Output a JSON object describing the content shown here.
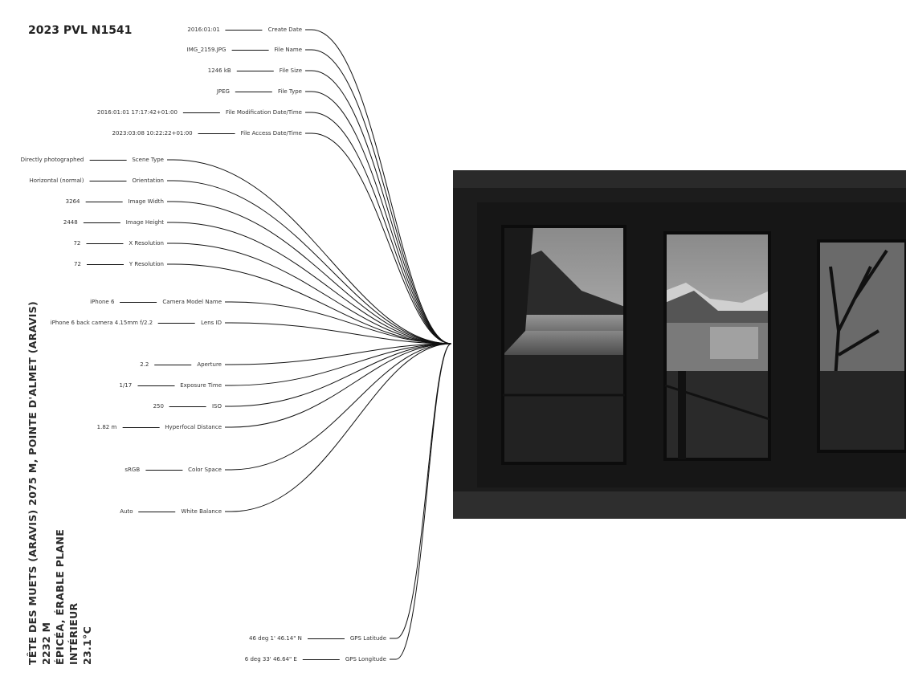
{
  "title": "2023 PVL N1541",
  "location_lines": [
    "TÊTE DES MUETS (ARAVIS) 2075 M, POINTE D'ALMET (ARAVIS) 2232 M",
    "ÉPICÉA, ÉRABLE PLANE",
    "INTÉRIEUR",
    "23.1°C"
  ],
  "metadata": [
    {
      "key": "Create Date",
      "value": "2016:01:01"
    },
    {
      "key": "File Name",
      "value": "IMG_2159.JPG"
    },
    {
      "key": "File Size",
      "value": "1246 kB"
    },
    {
      "key": "File Type",
      "value": "JPEG"
    },
    {
      "key": "File Modification Date/Time",
      "value": "2016:01:01 17:17:42+01:00"
    },
    {
      "key": "File Access Date/Time",
      "value": "2023:03:08 10:22:22+01:00"
    },
    {
      "key": "Scene Type",
      "value": "Directly photographed"
    },
    {
      "key": "Orientation",
      "value": "Horizontal (normal)"
    },
    {
      "key": "Image Width",
      "value": "3264"
    },
    {
      "key": "Image Height",
      "value": "2448"
    },
    {
      "key": "X Resolution",
      "value": "72"
    },
    {
      "key": "Y Resolution",
      "value": "72"
    },
    {
      "key": "Camera Model Name",
      "value": "iPhone 6"
    },
    {
      "key": "Lens ID",
      "value": "iPhone 6 back camera 4.15mm f/2.2"
    },
    {
      "key": "Aperture",
      "value": "2.2"
    },
    {
      "key": "Exposure Time",
      "value": "1/17"
    },
    {
      "key": "ISO",
      "value": "250"
    },
    {
      "key": "Hyperfocal Distance",
      "value": "1.82 m"
    },
    {
      "key": "Color Space",
      "value": "sRGB"
    },
    {
      "key": "White Balance",
      "value": "Auto"
    },
    {
      "key": "GPS Latitude",
      "value": "46 deg 1' 46.14\" N"
    },
    {
      "key": "GPS Longitude",
      "value": "6 deg 33' 46.64\" E"
    }
  ]
}
